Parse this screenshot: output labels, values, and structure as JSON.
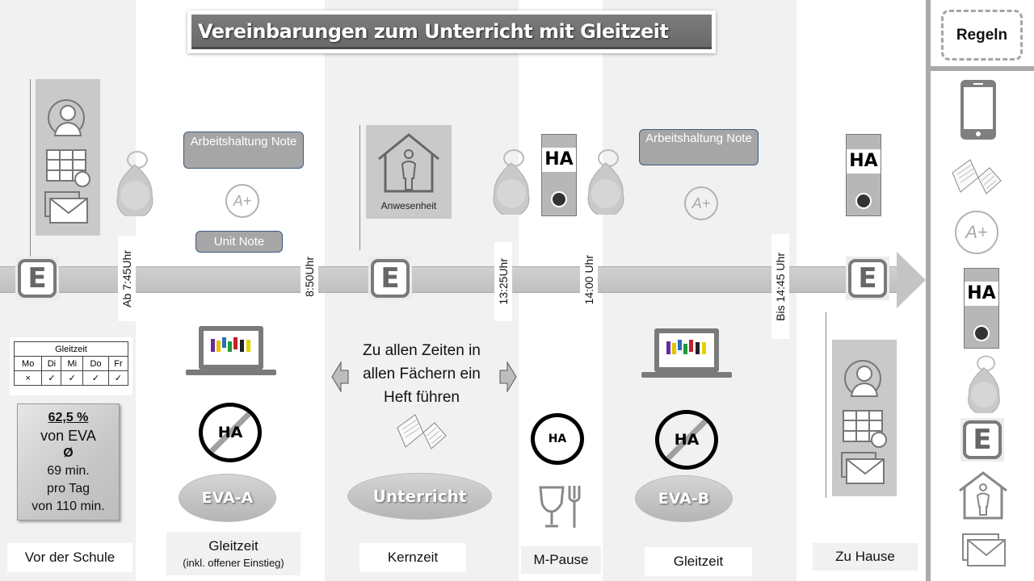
{
  "title": "Vereinbarungen zum Unterricht mit Gleitzeit",
  "sidebar": {
    "header": "Regeln",
    "icons": [
      "smartphone-icon",
      "open-book-icon",
      "a-plus-grade-icon",
      "homework-binder-icon",
      "keyfob-icon",
      "e-app-logo-icon",
      "attendance-house-icon",
      "mail-icon"
    ],
    "binder_label": "HA"
  },
  "timeline": {
    "times": [
      "Ab 7:45Uhr",
      "8:50Uhr",
      "13:25Uhr",
      "14:00 Uhr",
      "Bis 14:45 Uhr"
    ],
    "logo_letter": "E"
  },
  "sections": [
    {
      "id": "vor-der-schule",
      "label": "Vor der Schule"
    },
    {
      "id": "gleitzeit-a",
      "label": "Gleitzeit",
      "sublabel": "(inkl. offener Einstieg)"
    },
    {
      "id": "kernzeit",
      "label": "Kernzeit"
    },
    {
      "id": "m-pause",
      "label": "M-Pause"
    },
    {
      "id": "gleitzeit-b",
      "label": "Gleitzeit"
    },
    {
      "id": "zu-hause",
      "label": "Zu Hause"
    }
  ],
  "gleitzeit_table": {
    "header": "Gleitzeit",
    "days": [
      "Mo",
      "Di",
      "Mi",
      "Do",
      "Fr"
    ],
    "marks": [
      "×",
      "✓",
      "✓",
      "✓",
      "✓"
    ]
  },
  "eva_stats": {
    "percent": "62,5 %",
    "line2": "von EVA",
    "avg_symbol": "Ø",
    "minutes": "69 min.",
    "per_day": "pro Tag",
    "total": "von 110 min."
  },
  "gleitzeit_a": {
    "pill_1": "Arbeitshaltung Note",
    "pill_2": "Unit Note",
    "grade": "A+",
    "no_homework": "HA",
    "ellipse": "EVA-A"
  },
  "kernzeit": {
    "attendance_label": "Anwesenheit",
    "note": "Zu allen Zeiten in allen Fächern ein Heft führen",
    "ellipse": "Unterricht"
  },
  "m_pause": {
    "binder_label": "HA",
    "homework": "HA"
  },
  "gleitzeit_b": {
    "pill_1": "Arbeitshaltung Note",
    "grade": "A+",
    "no_homework": "HA",
    "ellipse": "EVA-B"
  },
  "zu_hause": {
    "binder_label": "HA"
  },
  "colors": {
    "band_grey": "#f1f1f1",
    "timeline": "#c4c4c4",
    "pill_fill": "#a6a6a6",
    "pill_border": "#3f5a82",
    "title_bg": "#6f6f6f"
  }
}
